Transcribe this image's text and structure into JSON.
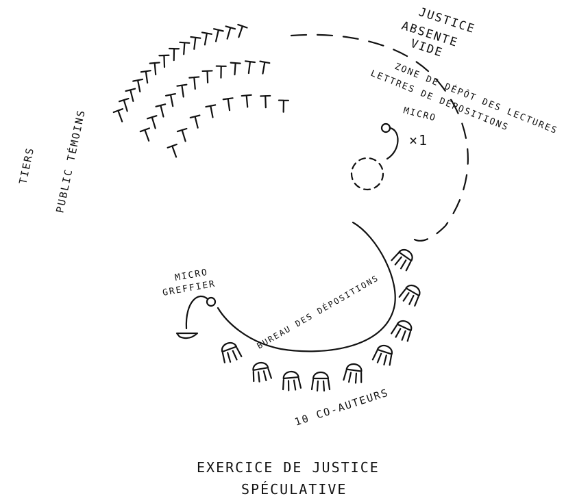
{
  "labels": {
    "justice_line1": "JUSTICE",
    "justice_line2": "ABSENTE",
    "justice_line3": "VIDE",
    "zone_line1": "ZONE DE DÉPÔT DES LECTURES",
    "zone_line2": "LETTRES DE DÉPOSITIONS",
    "micro_right": "MICRO",
    "micro_count": "×1",
    "tiers": "TIERS",
    "public_temoins": "PUBLIC TÉMOINS",
    "micro_left": "MICRO",
    "greffier": "GREFFIER",
    "bureau": "BUREAU DES DÉPOSITIONS",
    "coauteurs": "10 CO-AUTEURS",
    "title_line1": "EXERCICE DE JUSTICE",
    "title_line2": "SPÉCULATIVE"
  },
  "colors": {
    "ink": "#111111",
    "paper": "#ffffff"
  },
  "icons": {
    "witness": "T-glyph",
    "chair": "chair-sketch",
    "micro": "microphone-sketch"
  }
}
